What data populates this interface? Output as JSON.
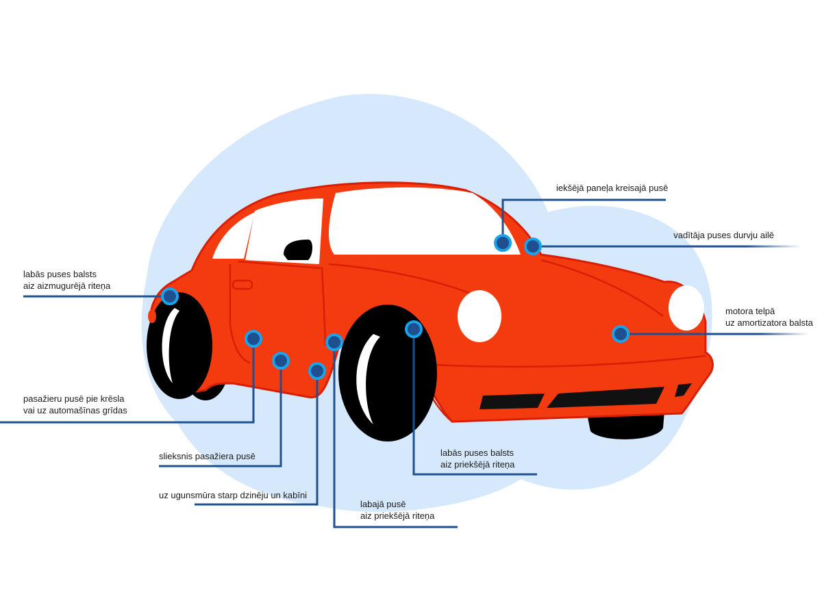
{
  "colors": {
    "car_body": "#f43a0f",
    "car_outline": "#d81e05",
    "background_blob": "#d6e8fb",
    "leader_line": "#1f4f8f",
    "marker_ring": "#1aa3e8",
    "marker_fill": "#1f4f8f",
    "tire": "#000000",
    "window": "#ffffff"
  },
  "labels": {
    "inner_panel_left": {
      "lines": [
        "iekšējā paneļa kreisajā pusē"
      ]
    },
    "driver_door_opening": {
      "lines": [
        "vadītāja puses durvju ailē"
      ]
    },
    "engine_bay": {
      "lines": [
        "motora telpā",
        "uz amortizatora balsta"
      ]
    },
    "right_pillar_rear": {
      "lines": [
        "labās puses balsts",
        "aiz aizmugurējā riteņa"
      ]
    },
    "passenger_seat": {
      "lines": [
        "pasažieru pusē pie krēsla",
        "vai uz automašīnas grīdas"
      ]
    },
    "sill_passenger": {
      "lines": [
        "slieksnis pasažiera pusē"
      ]
    },
    "firewall": {
      "lines": [
        "uz ugunsmūra starp dzinēju un kabīni"
      ]
    },
    "right_side_front": {
      "lines": [
        "labajā pusē",
        "aiz priekšējā riteņa"
      ]
    },
    "right_pillar_front": {
      "lines": [
        "labās puses balsts",
        "aiz priekšējā riteņa"
      ]
    }
  }
}
